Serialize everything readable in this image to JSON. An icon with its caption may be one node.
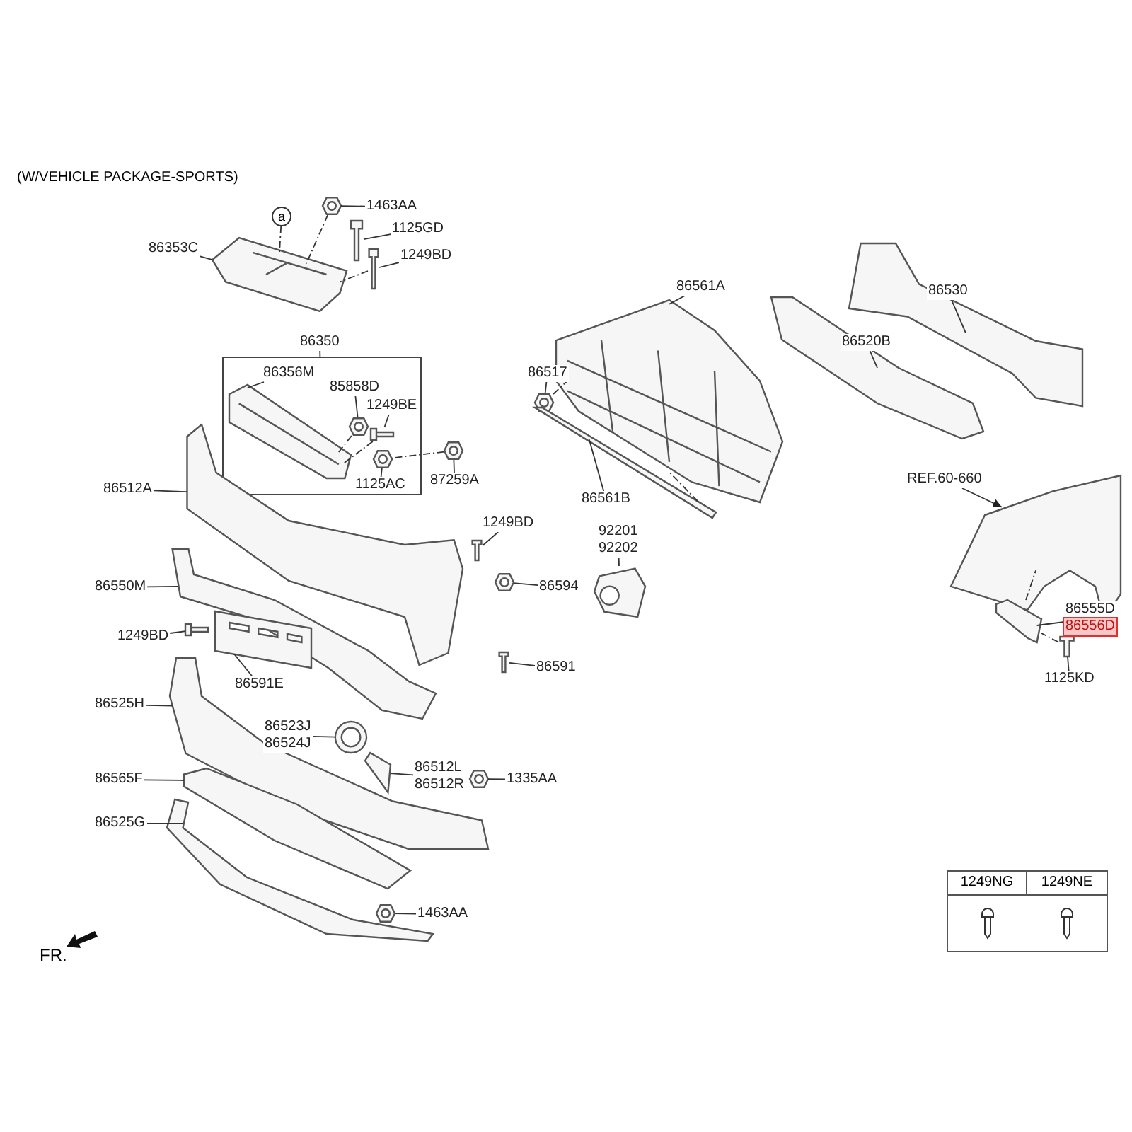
{
  "diagram": {
    "title": "(W/VEHICLE PACKAGE-SPORTS)",
    "nodes": [
      {
        "text": [
          "a"
        ]
      },
      {
        "text": [],
        "shape": "picture"
      },
      {
        "text": [
          "86353C"
        ]
      },
      {
        "text": [
          "1463AA"
        ]
      },
      {
        "text": [],
        "shape": "picture"
      },
      {
        "text": [
          "1125GD"
        ]
      },
      {
        "text": [],
        "shape": "picture"
      },
      {
        "text": [
          "1249BD"
        ]
      },
      {
        "text": [],
        "shape": "picture"
      },
      {
        "text": [],
        "shape": "box"
      },
      {
        "text": [
          "86356M"
        ],
        "in": 9
      },
      {
        "text": [],
        "shape": "picture",
        "in": 9
      },
      {
        "text": [
          "85858D"
        ],
        "in": 9
      },
      {
        "text": [],
        "shape": "picture",
        "in": 9
      },
      {
        "text": [
          "1249BE"
        ],
        "in": 9
      },
      {
        "text": [],
        "shape": "picture",
        "in": 9
      },
      {
        "text": [
          "1125AC"
        ],
        "in": 9
      },
      {
        "text": [],
        "shape": "picture",
        "in": 9
      },
      {
        "text": [
          "87259A"
        ]
      },
      {
        "text": [],
        "shape": "picture"
      },
      {
        "text": [
          "86512A"
        ]
      },
      {
        "text": [],
        "shape": "picture"
      },
      {
        "text": [
          "1249BD"
        ]
      },
      {
        "text": [],
        "shape": "picture"
      },
      {
        "text": [
          "86594"
        ]
      },
      {
        "text": [],
        "shape": "picture"
      },
      {
        "text": [
          "86591"
        ]
      },
      {
        "text": [],
        "shape": "picture"
      },
      {
        "text": [
          "86550M"
        ]
      },
      {
        "text": [],
        "shape": "picture"
      },
      {
        "text": [
          "1249BD"
        ]
      },
      {
        "text": [],
        "shape": "picture"
      },
      {
        "text": [],
        "shape": "picture"
      },
      {
        "text": [
          "86591E"
        ]
      },
      {
        "text": [
          "86525H"
        ]
      },
      {
        "text": [],
        "shape": "picture"
      },
      {
        "text": [
          "86523J",
          "86524J"
        ]
      },
      {
        "text": [],
        "shape": "picture"
      },
      {
        "text": [],
        "shape": "picture"
      },
      {
        "text": [
          "86512L",
          "86512R"
        ]
      },
      {
        "text": [
          "1335AA"
        ]
      },
      {
        "text": [],
        "shape": "picture"
      },
      {
        "text": [
          "86565F"
        ]
      },
      {
        "text": [],
        "shape": "picture"
      },
      {
        "text": [
          "86525G"
        ]
      },
      {
        "text": [],
        "shape": "picture"
      },
      {
        "text": [
          "1463AA"
        ]
      },
      {
        "text": [],
        "shape": "picture"
      },
      {
        "text": [
          "86561A"
        ]
      },
      {
        "text": [],
        "shape": "picture"
      },
      {
        "text": [
          "86517"
        ]
      },
      {
        "text": [],
        "shape": "picture"
      },
      {
        "text": [
          "86561B"
        ]
      },
      {
        "text": [],
        "shape": "picture"
      },
      {
        "text": [
          "92201",
          "92202"
        ]
      },
      {
        "text": [],
        "shape": "picture"
      },
      {
        "text": [
          "86520B"
        ]
      },
      {
        "text": [],
        "shape": "picture"
      },
      {
        "text": [
          "86530"
        ]
      },
      {
        "text": [],
        "shape": "picture"
      },
      {
        "text": [
          "REF.60-660"
        ]
      },
      {
        "text": [],
        "shape": "picture"
      },
      {
        "text": [
          "86555D",
          "86556D"
        ]
      },
      {
        "text": [],
        "shape": "picture"
      },
      {
        "text": [
          "1125KD"
        ]
      },
      {
        "text": [],
        "shape": "picture"
      },
      {
        "text": [
          "86350"
        ]
      }
    ],
    "edges": [
      {
        "from": 0,
        "to": 1,
        "arrow": "none",
        "style": "dashed"
      },
      {
        "from": 2,
        "to": 1,
        "arrow": "none"
      },
      {
        "from": 3,
        "to": 4,
        "arrow": "none"
      },
      {
        "from": 5,
        "to": 6,
        "arrow": "none"
      },
      {
        "from": 7,
        "to": 8,
        "arrow": "none"
      },
      {
        "from": 10,
        "to": 11,
        "arrow": "none"
      },
      {
        "from": 12,
        "to": 13,
        "arrow": "none"
      },
      {
        "from": 14,
        "to": 15,
        "arrow": "none"
      },
      {
        "from": 16,
        "to": 17,
        "arrow": "none"
      },
      {
        "from": 18,
        "to": 19,
        "arrow": "none"
      },
      {
        "from": 20,
        "to": 21,
        "arrow": "none"
      },
      {
        "from": 22,
        "to": 23,
        "arrow": "none"
      },
      {
        "from": 24,
        "to": 25,
        "arrow": "none"
      },
      {
        "from": 26,
        "to": 27,
        "arrow": "none"
      },
      {
        "from": 28,
        "to": 29,
        "arrow": "none"
      },
      {
        "from": 30,
        "to": 31,
        "arrow": "none"
      },
      {
        "from": 33,
        "to": 32,
        "arrow": "none"
      },
      {
        "from": 34,
        "to": 35,
        "arrow": "none"
      },
      {
        "from": 36,
        "to": 37,
        "arrow": "none"
      },
      {
        "from": 39,
        "to": 38,
        "arrow": "none"
      },
      {
        "from": 40,
        "to": 41,
        "arrow": "none"
      },
      {
        "from": 42,
        "to": 43,
        "arrow": "none"
      },
      {
        "from": 44,
        "to": 45,
        "arrow": "none"
      },
      {
        "from": 46,
        "to": 47,
        "arrow": "none"
      },
      {
        "from": 48,
        "to": 49,
        "arrow": "none"
      },
      {
        "from": 50,
        "to": 51,
        "arrow": "none"
      },
      {
        "from": 52,
        "to": 53,
        "arrow": "none"
      },
      {
        "from": 54,
        "to": 55,
        "arrow": "none"
      },
      {
        "from": 56,
        "to": 57,
        "arrow": "none"
      },
      {
        "from": 58,
        "to": 59,
        "arrow": "none"
      },
      {
        "from": 60,
        "to": 61,
        "arrow": "to"
      },
      {
        "from": 62,
        "to": 63,
        "arrow": "none"
      },
      {
        "from": 64,
        "to": 65,
        "arrow": "none"
      },
      {
        "from": 4,
        "to": 1,
        "arrow": "none",
        "style": "dashed"
      },
      {
        "from": 8,
        "to": 1,
        "arrow": "none",
        "style": "dashed"
      },
      {
        "from": 13,
        "to": 11,
        "arrow": "none",
        "style": "dashed"
      },
      {
        "from": 15,
        "to": 11,
        "arrow": "none",
        "style": "dashed"
      },
      {
        "from": 19,
        "to": 17,
        "arrow": "none",
        "style": "dashed"
      },
      {
        "from": 51,
        "to": 49,
        "arrow": "none",
        "style": "dashed"
      },
      {
        "from": 53,
        "to": 49,
        "arrow": "none",
        "style": "dashed"
      },
      {
        "from": 63,
        "to": 61,
        "arrow": "none",
        "style": "dashed"
      },
      {
        "from": 65,
        "to": 63,
        "arrow": "none",
        "style": "dashed"
      },
      {
        "from": 66,
        "to": 9,
        "arrow": "none"
      }
    ],
    "labels": [
      "1249NG",
      "1249NE",
      "FR."
    ]
  }
}
